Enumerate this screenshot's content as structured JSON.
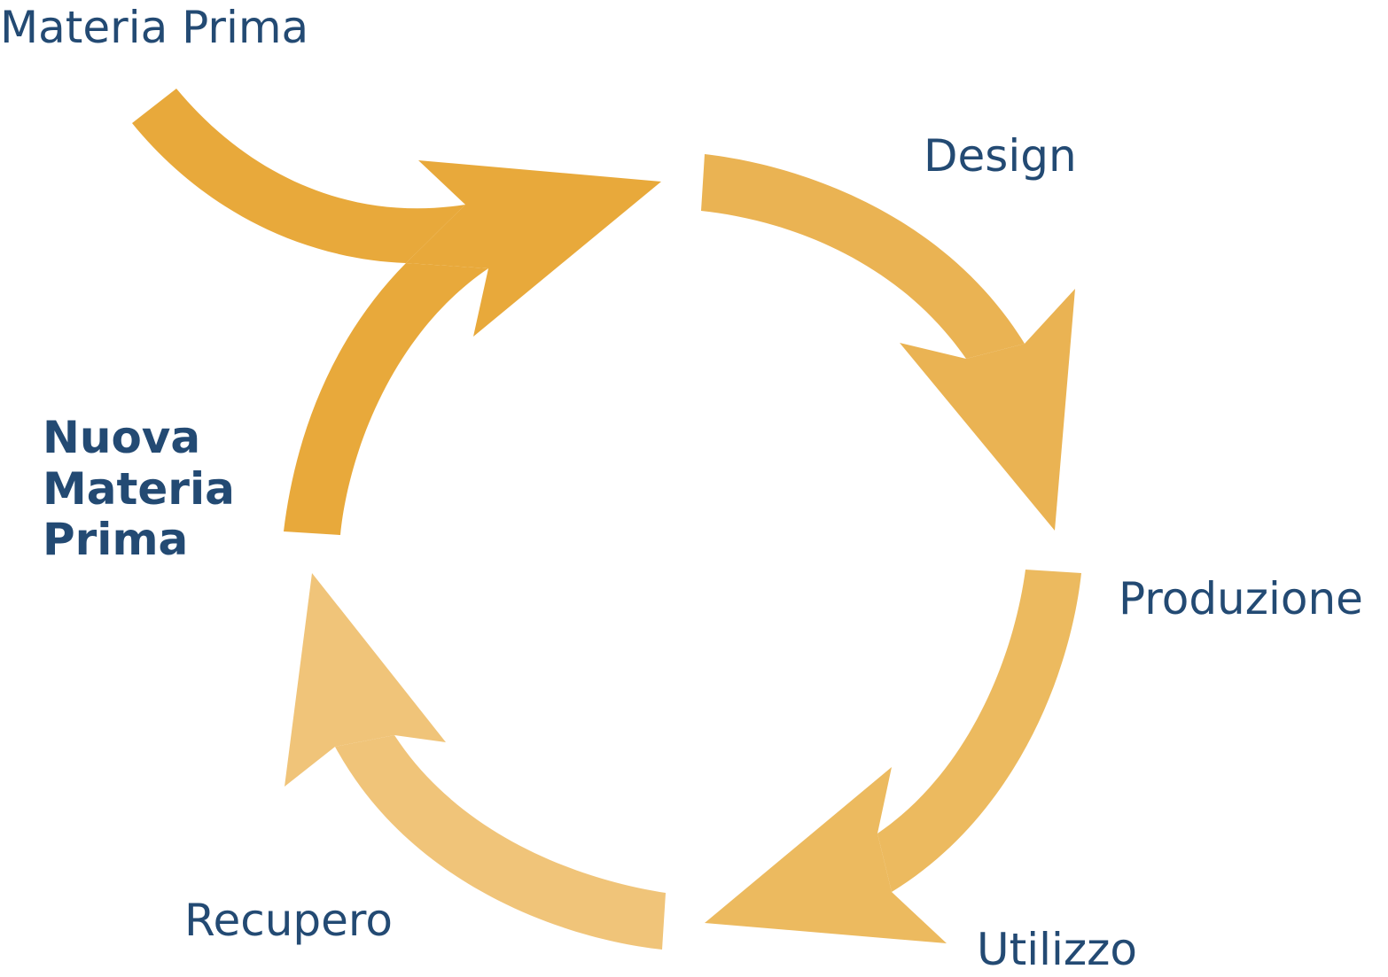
{
  "diagram": {
    "labels": {
      "raw_material": "Materia Prima",
      "design": "Design",
      "production": "Produzione",
      "use": "Utilizzo",
      "recovery": "Recupero",
      "new_raw_material": [
        "Nuova",
        "Materia",
        "Prima"
      ]
    },
    "colors": {
      "text": "#234a73",
      "arrow_input": "#e8a93b",
      "arrow_design": "#eab353",
      "arrow_production": "#ecba5f",
      "arrow_recovery": "#f0c479"
    }
  }
}
